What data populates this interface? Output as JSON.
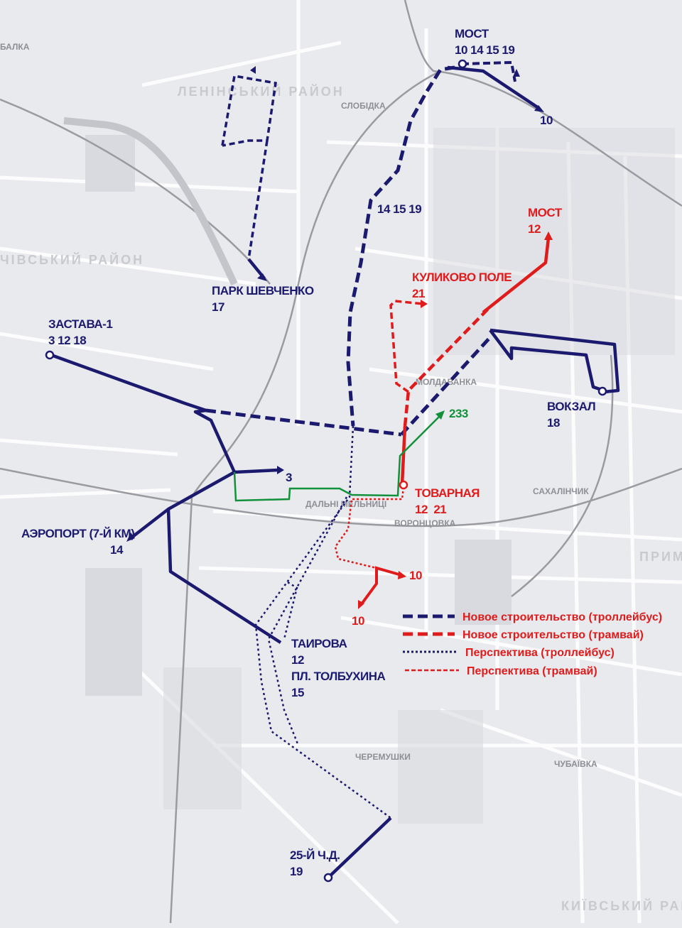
{
  "colors": {
    "trolleybus": "#1c1a6e",
    "tram": "#e01b1b",
    "bus": "#10913a",
    "background": "#e9eaee"
  },
  "stops": {
    "most_top": {
      "name": "МОСТ",
      "routes": "10 14 15 19"
    },
    "route10_end": "10",
    "route_14_15_19": "14 15 19",
    "most_red": {
      "name": "МОСТ",
      "routes": "12"
    },
    "kulikovo": {
      "name": "КУЛИКОВО ПОЛЕ",
      "routes": "21"
    },
    "park": {
      "name": "ПАРК ШЕВЧЕНКО",
      "routes": "17"
    },
    "zastava": {
      "name": "ЗАСТАВА-1",
      "routes": "3 12 18"
    },
    "vokzal": {
      "name": "ВОКЗАЛ",
      "routes": "18"
    },
    "route233": "233",
    "route3": "3",
    "tovarnaya": {
      "name": "ТОВАРНАЯ",
      "routes": "12  21"
    },
    "airport": {
      "name": "АЭРОПОРТ (7-Й КМ)",
      "routes": "14"
    },
    "tram10a": "10",
    "tram10b": "10",
    "tairova": {
      "name": "ТАИРОВА",
      "routes": "12"
    },
    "tolbukhina": {
      "name": "ПЛ. ТОЛБУХИНА",
      "routes": "15"
    },
    "chd25": {
      "name": "25-Й Ч.Д.",
      "routes": "19"
    }
  },
  "districts": {
    "leninsky": "ЛЕНІНСЬКИЙ РАЙОН",
    "slobidka": "СЛОБІДКА",
    "balka": "БАЛКА",
    "ovidiopolsky": "ЧІВСЬКИЙ РАЙОН",
    "moldavanka": "МОЛДАВАНКА",
    "dalni": "ДАЛЬНІ МЕЛЬНИЦІ",
    "vorontsovka": "ВОРОНЦОВКА",
    "sakhalinchik": "САХАЛІНЧИК",
    "cheremushki": "ЧЕРЕМУШКИ",
    "chubaivka": "ЧУБАЇВКА",
    "kyivsky": "КИЇВСЬКИЙ РАЙОН",
    "prym": "ПРИМ"
  },
  "legend": [
    {
      "label": "Новое строительство (троллейбус)",
      "style": "dashed-trolleybus"
    },
    {
      "label": "Новое строительство (трамвай)",
      "style": "dashed-tram"
    },
    {
      "label": "Перспектива (троллейбус)",
      "style": "dotted-trolleybus"
    },
    {
      "label": "Перспектива (трамвай)",
      "style": "dotted-tram"
    }
  ]
}
